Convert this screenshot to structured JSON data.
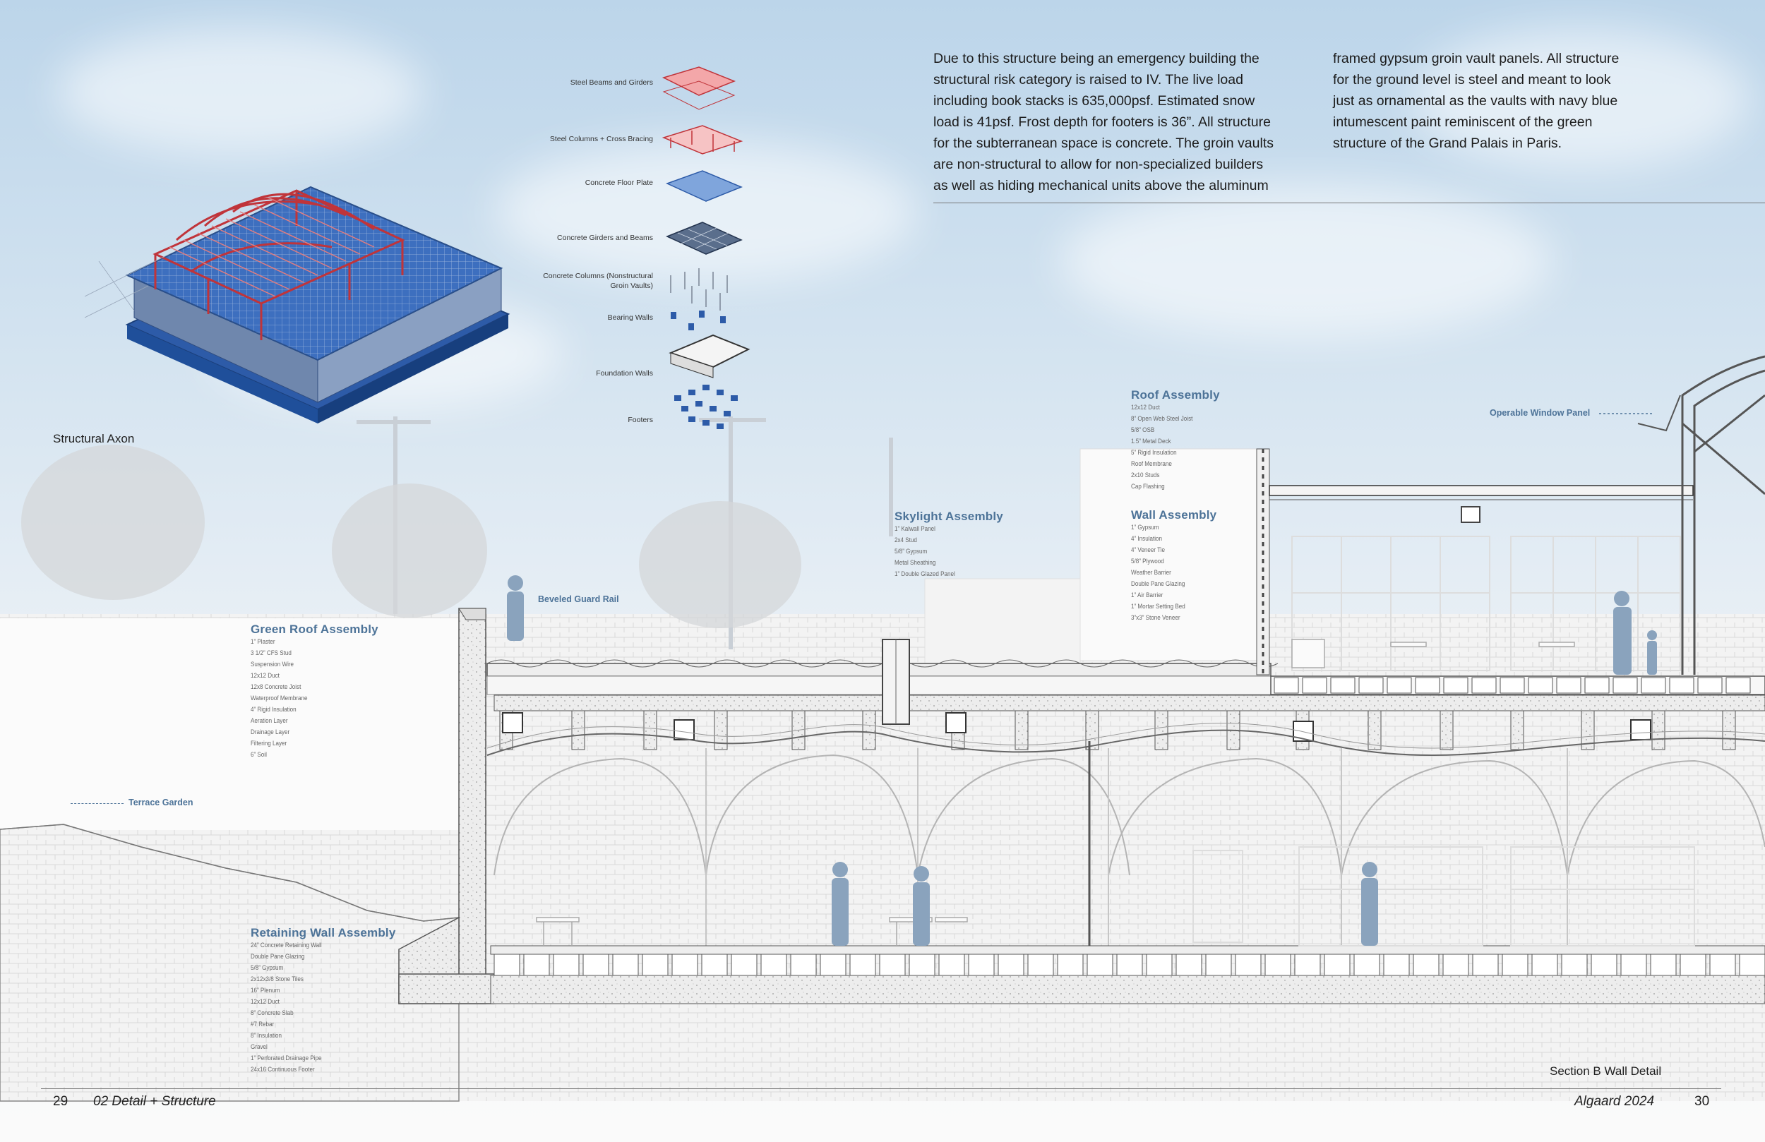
{
  "description_paragraphs": [
    "Due to this structure being an emergency building the structural risk category is raised to IV. The live load including book stacks is 635,000psf. Estimated snow load is 41psf. Frost depth for footers is 36”. All structure for the subterranean space is concrete. The groin vaults are non-structural to allow for non-specialized builders as well as hiding mechanical units above the aluminum",
    "framed gypsum groin vault panels. All structure for the ground level is steel and meant to look just as ornamental as the vaults with navy blue intumescent paint reminiscent of the green structure of the Grand Palais in Paris."
  ],
  "text_lines_left": [
    "Due to this structure being an emergency building the",
    "structural risk category is raised to IV. The live load",
    "including book stacks is 635,000psf. Estimated snow",
    "load is 41psf. Frost depth for footers is 36”. All structure",
    "for the subterranean space is concrete. The groin vaults",
    "are non-structural to allow for non-specialized builders",
    "as well as hiding mechanical units above the aluminum"
  ],
  "text_lines_right": [
    "framed gypsum groin vault panels. All structure",
    "for the ground level is steel and meant to look",
    "just as ornamental as the vaults with navy blue",
    "intumescent paint reminiscent of the green",
    "structure of the Grand Palais in Paris."
  ],
  "axon": {
    "caption": "Structural Axon",
    "exploded_labels": [
      "Steel Beams and Girders",
      "Steel Columns + Cross Bracing",
      "Concrete Floor Plate",
      "Concrete Girders and Beams",
      "Concrete Columns (Nonstructural Groin Vaults)",
      "Bearing Walls",
      "Foundation Walls",
      "Footers"
    ]
  },
  "assemblies": {
    "green_roof": {
      "title": "Green Roof Assembly",
      "items": [
        "1” Plaster",
        "3 1/2” CFS Stud",
        "Suspension Wire",
        "12x12 Duct",
        "12x8 Concrete Joist",
        "Waterproof Membrane",
        "4” Rigid Insulation",
        "Aeration Layer",
        "Drainage Layer",
        "Filtering Layer",
        "6” Soil"
      ]
    },
    "retaining_wall": {
      "title": "Retaining Wall Assembly",
      "items": [
        "24” Concrete Retaining Wall",
        "Double Pane Glazing",
        "5/8” Gypsum",
        "2x12x3/8 Stone Tiles",
        "16” Plenum",
        "12x12 Duct",
        "8” Concrete Slab",
        "#7 Rebar",
        "8” Insulation",
        "Gravel",
        "1” Perforated Drainage Pipe",
        "24x16 Continuous Footer"
      ]
    },
    "skylight": {
      "title": "Skylight Assembly",
      "items": [
        "1” Kalwall Panel",
        "2x4 Stud",
        "5/8” Gypsum",
        "Metal Sheathing",
        "1” Double Glazed Panel"
      ]
    },
    "roof": {
      "title": "Roof Assembly",
      "items": [
        "12x12 Duct",
        "8” Open Web Steel Joist",
        "5/8” OSB",
        "1.5” Metal Deck",
        "5” Rigid Insulation",
        "Roof Membrane",
        "2x10 Studs",
        "Cap Flashing"
      ]
    },
    "wall": {
      "title": "Wall Assembly",
      "items": [
        "1” Gypsum",
        "4” Insulation",
        "4” Veneer Tie",
        "5/8” Plywood",
        "Weather Barrier",
        "Double Pane Glazing",
        "1” Air Barrier",
        "1” Mortar Setting Bed",
        "3”x3” Stone Veneer"
      ]
    }
  },
  "callouts": {
    "guard_rail": "Beveled Guard Rail",
    "terrace_garden": "Terrace Garden",
    "window_panel": "Operable Window Panel"
  },
  "section_title": "Section B Wall Detail",
  "footer": {
    "left_page": "29",
    "chapter": "02 Detail + Structure",
    "author": "Algaard 2024",
    "right_page": "30"
  },
  "colors": {
    "label_blue": "#4d7398",
    "steel_red": "#c0343a",
    "navy": "#1f4f9a",
    "figure_blue": "#8aa3bd"
  }
}
